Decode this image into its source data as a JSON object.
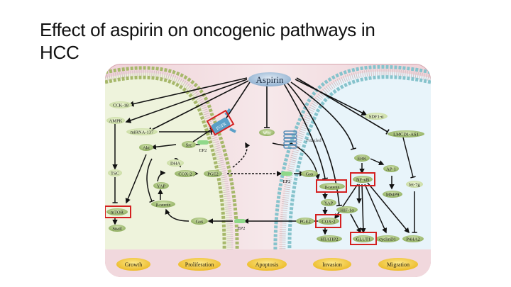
{
  "slide": {
    "title_line1": "Effect of aspirin on oncogenic pathways in",
    "title_line2": "HCC"
  },
  "figure": {
    "center_node": "Aspirin",
    "left_cell_nodes": {
      "cck18": "CCK-18",
      "ampk": "AMPK",
      "mirna137": "miRNA-137",
      "egfr": "EGFR",
      "akt": "Akt",
      "src": "Src",
      "ep2_top": "EP2",
      "tsc": "TSC",
      "mtor": "mTOR",
      "snail": "Snail",
      "dha": "DHA",
      "cox2": "COX-2",
      "pge2": "PGE2",
      "yap": "YAP",
      "bcatenin": "β-catenin",
      "gas": "Gαs",
      "ep2_bottom": "EP2"
    },
    "right_cell_nodes": {
      "wnt": "Wnt",
      "frizzled": "Frizzled",
      "ep2": "EP2",
      "gas": "Gαs",
      "bcatenin": "β-catenin",
      "yap": "YAP",
      "cox2": "COX-2",
      "pge2": "PGE2",
      "htatip2": "HTATIP2",
      "sdf1a": "SDF1-α",
      "lmcd1as1": "LMCD1-AS1",
      "erk": "ERK",
      "ap1": "AP-1",
      "nfkb": "NF-κB",
      "mmp9": "MMP9",
      "let7g": "let-7g",
      "hif1a": "HIF-1α",
      "glut1": "GLUT1",
      "cyclind1": "cyclinD1",
      "p4ha2": "P4HA2"
    },
    "highlighted_nodes": [
      "EGFR",
      "mTOR",
      "β-catenin",
      "NF-κB",
      "COX-2",
      "GLUT1"
    ],
    "outcomes": [
      "Growth",
      "Proliferation",
      "Apoptosis",
      "Invasion",
      "Migration"
    ],
    "colors": {
      "highlight_box": "#d42020",
      "left_cell_bg": "#eef3dc",
      "right_cell_bg": "#e8f4fa",
      "outer_bg": "#f3dde2",
      "left_membrane": "#a8b870",
      "right_membrane": "#86c3cc",
      "node_fill": "#a9c47a",
      "outcome_fill": "#f2c640",
      "aspirin_fill": "#a9c2dc"
    }
  }
}
